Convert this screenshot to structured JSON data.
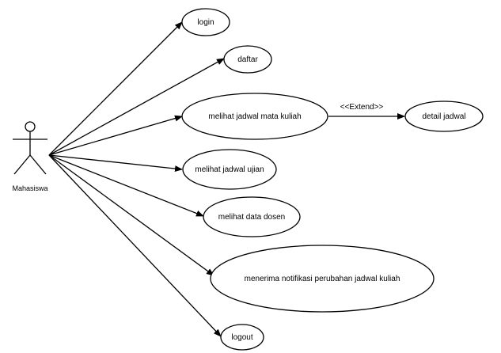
{
  "diagram": {
    "actor": {
      "name": "Mahasiswa",
      "icon": "stick-figure-icon"
    },
    "use_cases": [
      {
        "id": "login",
        "label": "login"
      },
      {
        "id": "daftar",
        "label": "daftar"
      },
      {
        "id": "jadwal-mata-kuliah",
        "label": "melihat jadwal mata kuliah"
      },
      {
        "id": "detail-jadwal",
        "label": "detail jadwal"
      },
      {
        "id": "jadwal-ujian",
        "label": "melihat jadwal ujian"
      },
      {
        "id": "data-dosen",
        "label": "melihat data dosen"
      },
      {
        "id": "notifikasi",
        "label": "menerima notifikasi perubahan jadwal kuliah"
      },
      {
        "id": "logout",
        "label": "logout"
      }
    ],
    "relations": [
      {
        "from": "actor",
        "to": "login",
        "type": "association"
      },
      {
        "from": "actor",
        "to": "daftar",
        "type": "association"
      },
      {
        "from": "actor",
        "to": "jadwal-mata-kuliah",
        "type": "association"
      },
      {
        "from": "actor",
        "to": "jadwal-ujian",
        "type": "association"
      },
      {
        "from": "actor",
        "to": "data-dosen",
        "type": "association"
      },
      {
        "from": "actor",
        "to": "notifikasi",
        "type": "association"
      },
      {
        "from": "actor",
        "to": "logout",
        "type": "association"
      },
      {
        "from": "jadwal-mata-kuliah",
        "to": "detail-jadwal",
        "type": "extend",
        "label": "<<Extend>>"
      }
    ],
    "colors": {
      "line": "#000000",
      "fill": "#ffffff"
    }
  }
}
